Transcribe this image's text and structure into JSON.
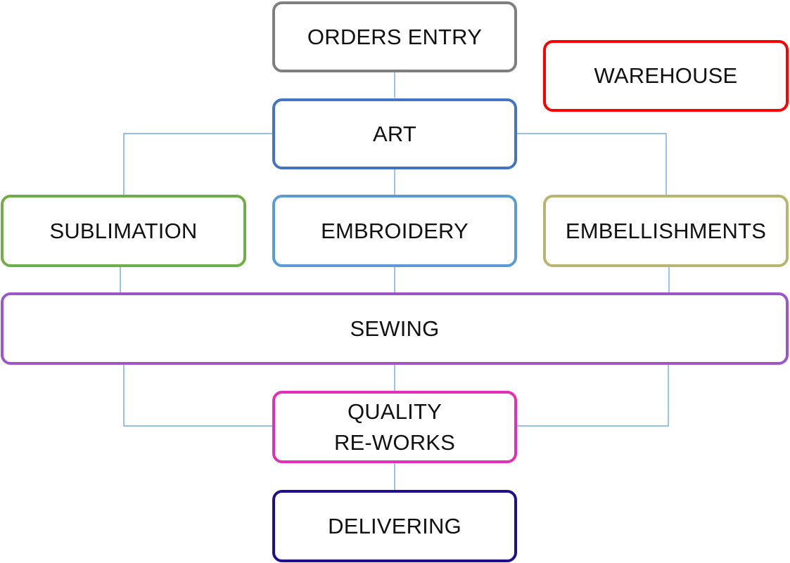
{
  "diagram": {
    "connector_color": "#5B9BD5",
    "nodes": [
      {
        "id": "orders-entry",
        "label": "ORDERS ENTRY",
        "color": "#7F7F7F"
      },
      {
        "id": "warehouse",
        "label": "WAREHOUSE",
        "color": "#FF0000"
      },
      {
        "id": "art",
        "label": "ART",
        "color": "#4472C4"
      },
      {
        "id": "sublimation",
        "label": "SUBLIMATION",
        "color": "#70AD47"
      },
      {
        "id": "embroidery",
        "label": "EMBROIDERY",
        "color": "#5B9BD5"
      },
      {
        "id": "embellishments",
        "label": "EMBELLISHMENTS",
        "color": "#B8B56E"
      },
      {
        "id": "sewing",
        "label": "SEWING",
        "color": "#9E55C9"
      },
      {
        "id": "quality",
        "label": "QUALITY\nRE-WORKS",
        "color": "#E32EB5"
      },
      {
        "id": "delivering",
        "label": "DELIVERING",
        "color": "#1F0F8C"
      }
    ],
    "edges": [
      {
        "from": "orders-entry",
        "to": "art"
      },
      {
        "from": "art",
        "to": "sublimation"
      },
      {
        "from": "art",
        "to": "embroidery"
      },
      {
        "from": "art",
        "to": "embellishments"
      },
      {
        "from": "sublimation",
        "to": "sewing"
      },
      {
        "from": "embroidery",
        "to": "sewing"
      },
      {
        "from": "embellishments",
        "to": "sewing"
      },
      {
        "from": "sewing",
        "to": "quality"
      },
      {
        "from": "quality",
        "to": "sewing"
      },
      {
        "from": "quality",
        "to": "delivering"
      }
    ]
  }
}
